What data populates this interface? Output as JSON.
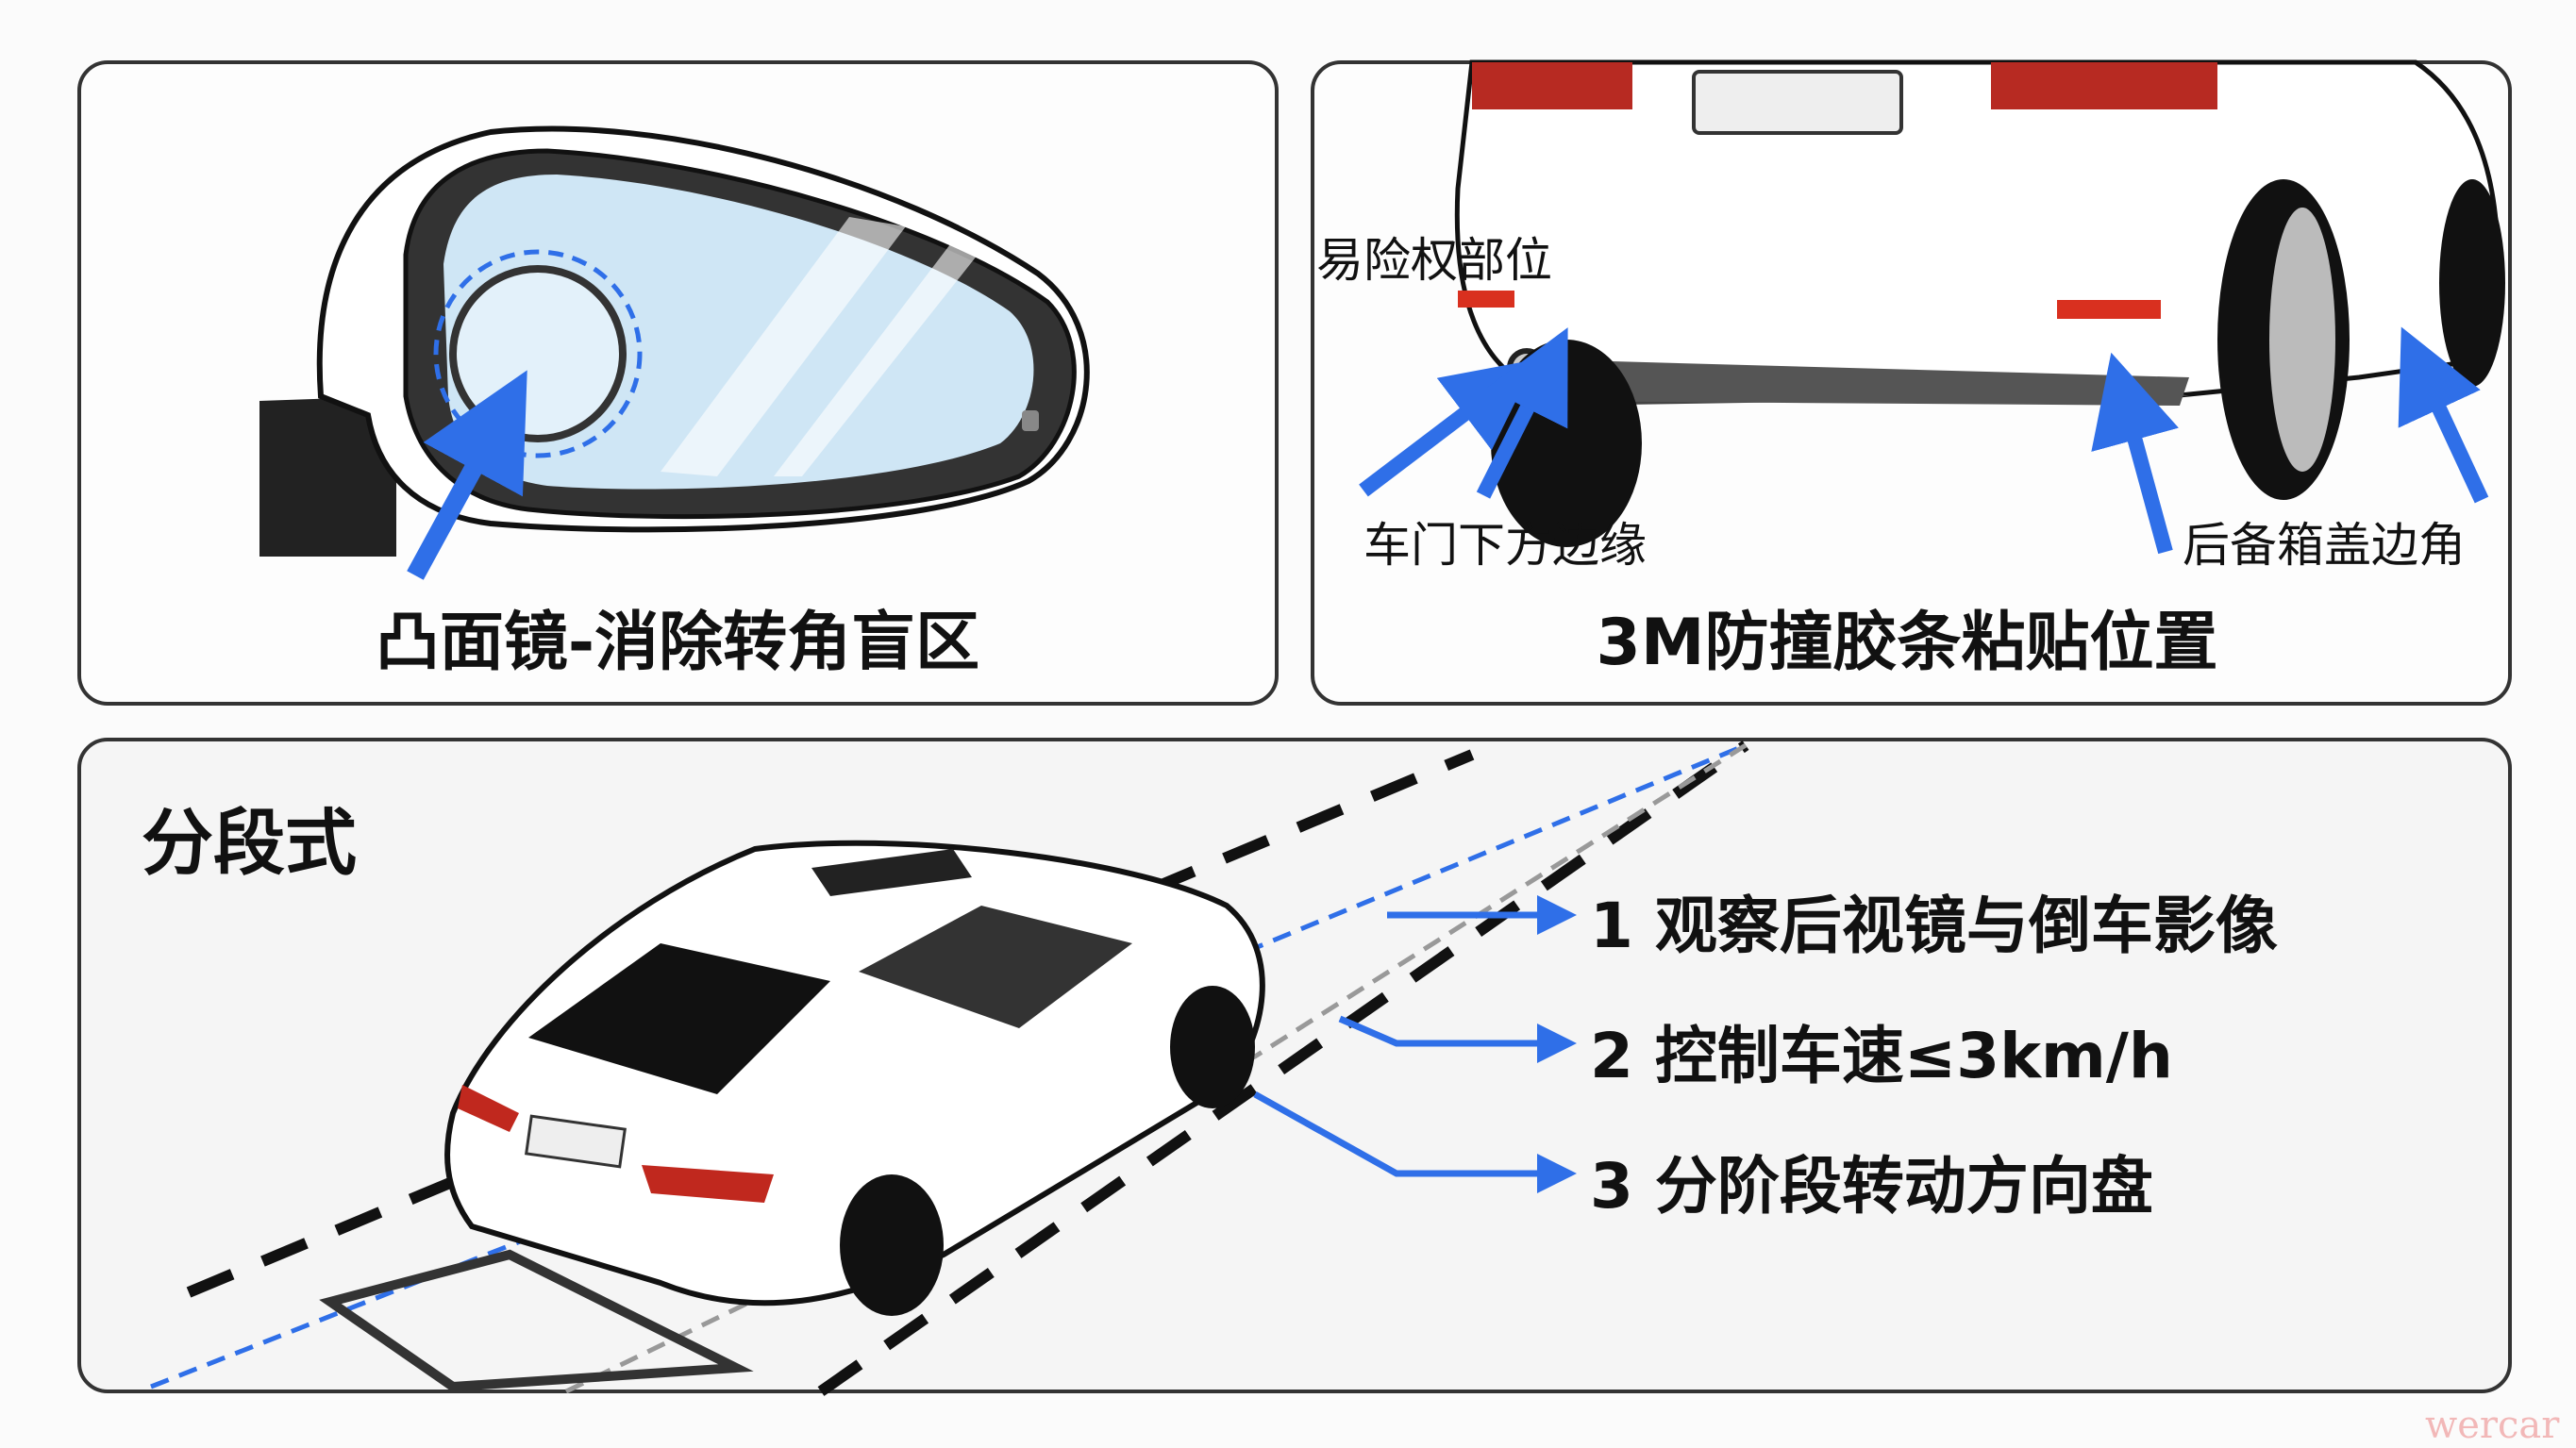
{
  "panels": {
    "mirror": {
      "caption": "凸面镜-消除转角盲区"
    },
    "bumper": {
      "caption": "3M防撞胶条粘贴位置",
      "labels": [
        "易险权部位",
        "车门下方边缘",
        "后备箱盖边角"
      ]
    },
    "steps": {
      "title": "分段式",
      "items": [
        "1 观察后视镜与倒车影像",
        "2 控制车速≤3km/h",
        "3 分阶段转动方向盘"
      ]
    }
  },
  "watermark": "wercar",
  "colors": {
    "arrow": "#2f6fe8",
    "border": "#333333",
    "mirror_glass": "#cfe6f5",
    "taillight": "#c0281e"
  }
}
